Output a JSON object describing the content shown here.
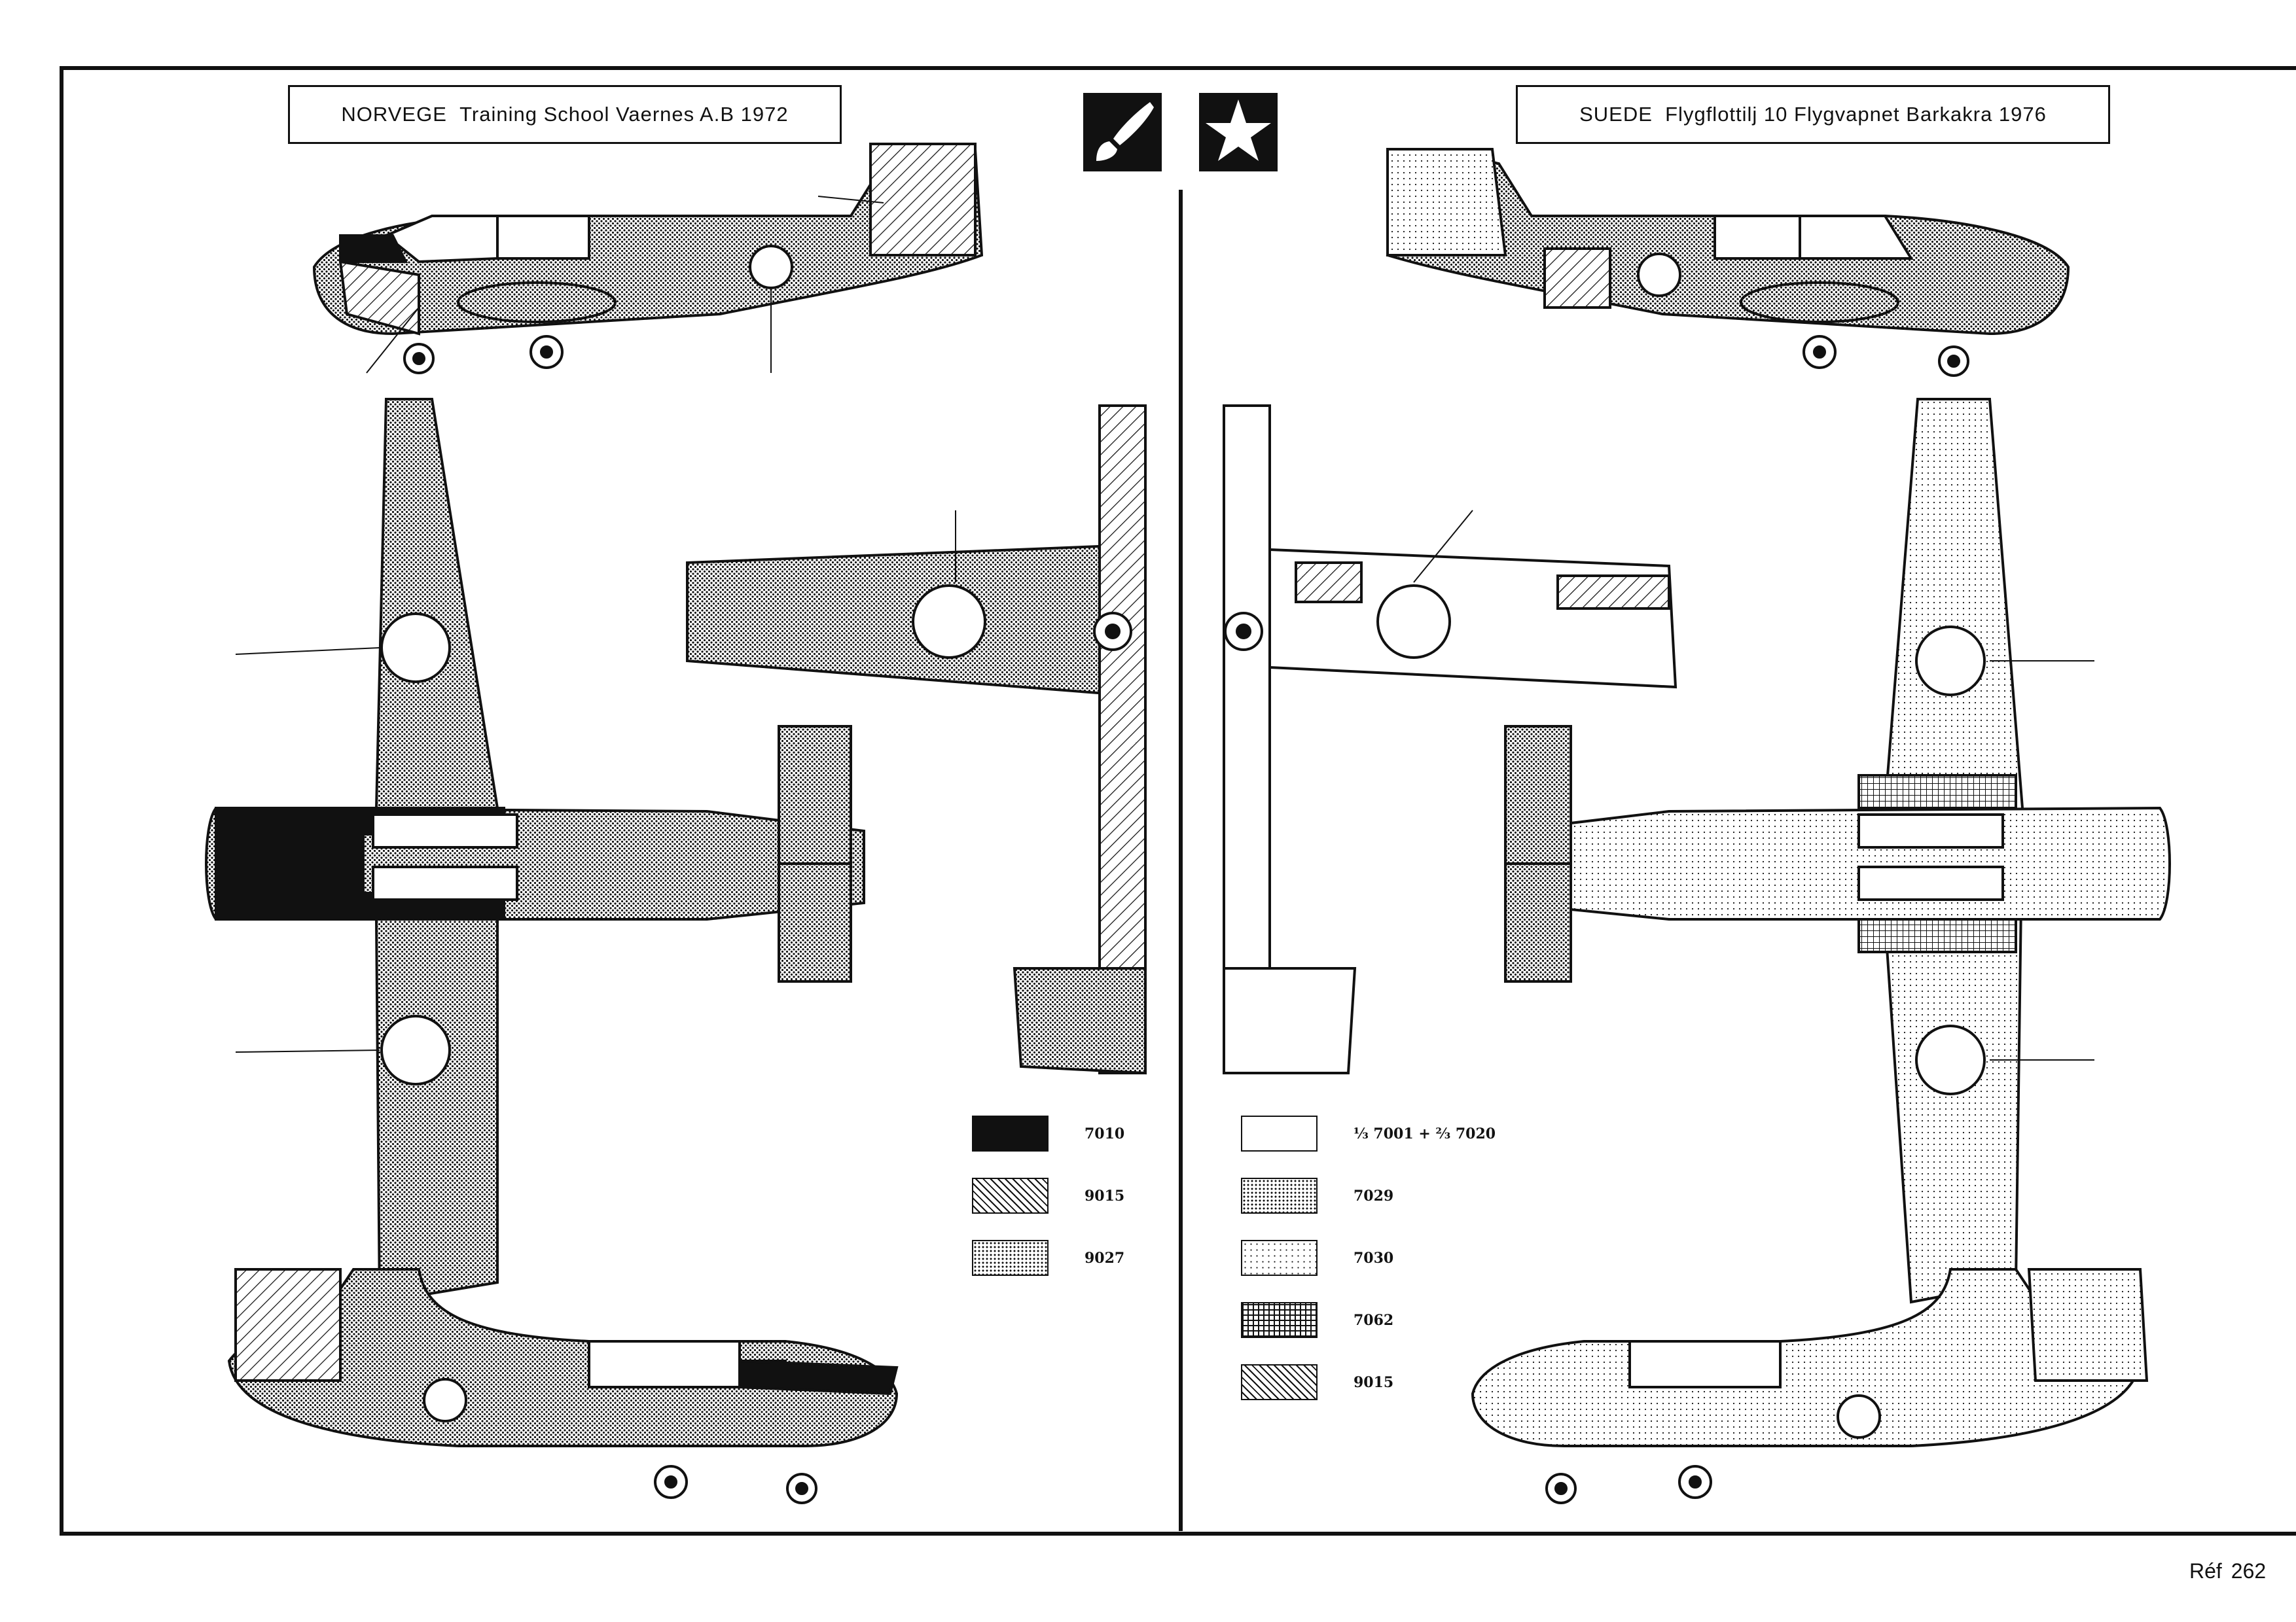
{
  "left_panel": {
    "title_country": "NORVEGE",
    "title_text": "Training School Vaernes A.B 1972",
    "legend": [
      {
        "code": "7010",
        "pattern": "black"
      },
      {
        "code": "9015",
        "pattern": "hatch"
      },
      {
        "code": "9027",
        "pattern": "dot"
      }
    ]
  },
  "right_panel": {
    "title_country": "SUEDE",
    "title_text": "Flygflottilj 10 Flygvapnet Barkakra 1976",
    "legend": [
      {
        "code": "⅓ 7001 + ⅔ 7020",
        "pattern": "white"
      },
      {
        "code": "7029",
        "pattern": "dot"
      },
      {
        "code": "7030",
        "pattern": "light-dot"
      },
      {
        "code": "7062",
        "pattern": "grid"
      },
      {
        "code": "9015",
        "pattern": "hatch"
      }
    ]
  },
  "brand_icons": [
    "paintbrush-icon",
    "star-icon"
  ],
  "reference": {
    "label": "Réf",
    "number": "262"
  },
  "colors": {
    "ink": "#111111",
    "paper": "#ffffff"
  }
}
